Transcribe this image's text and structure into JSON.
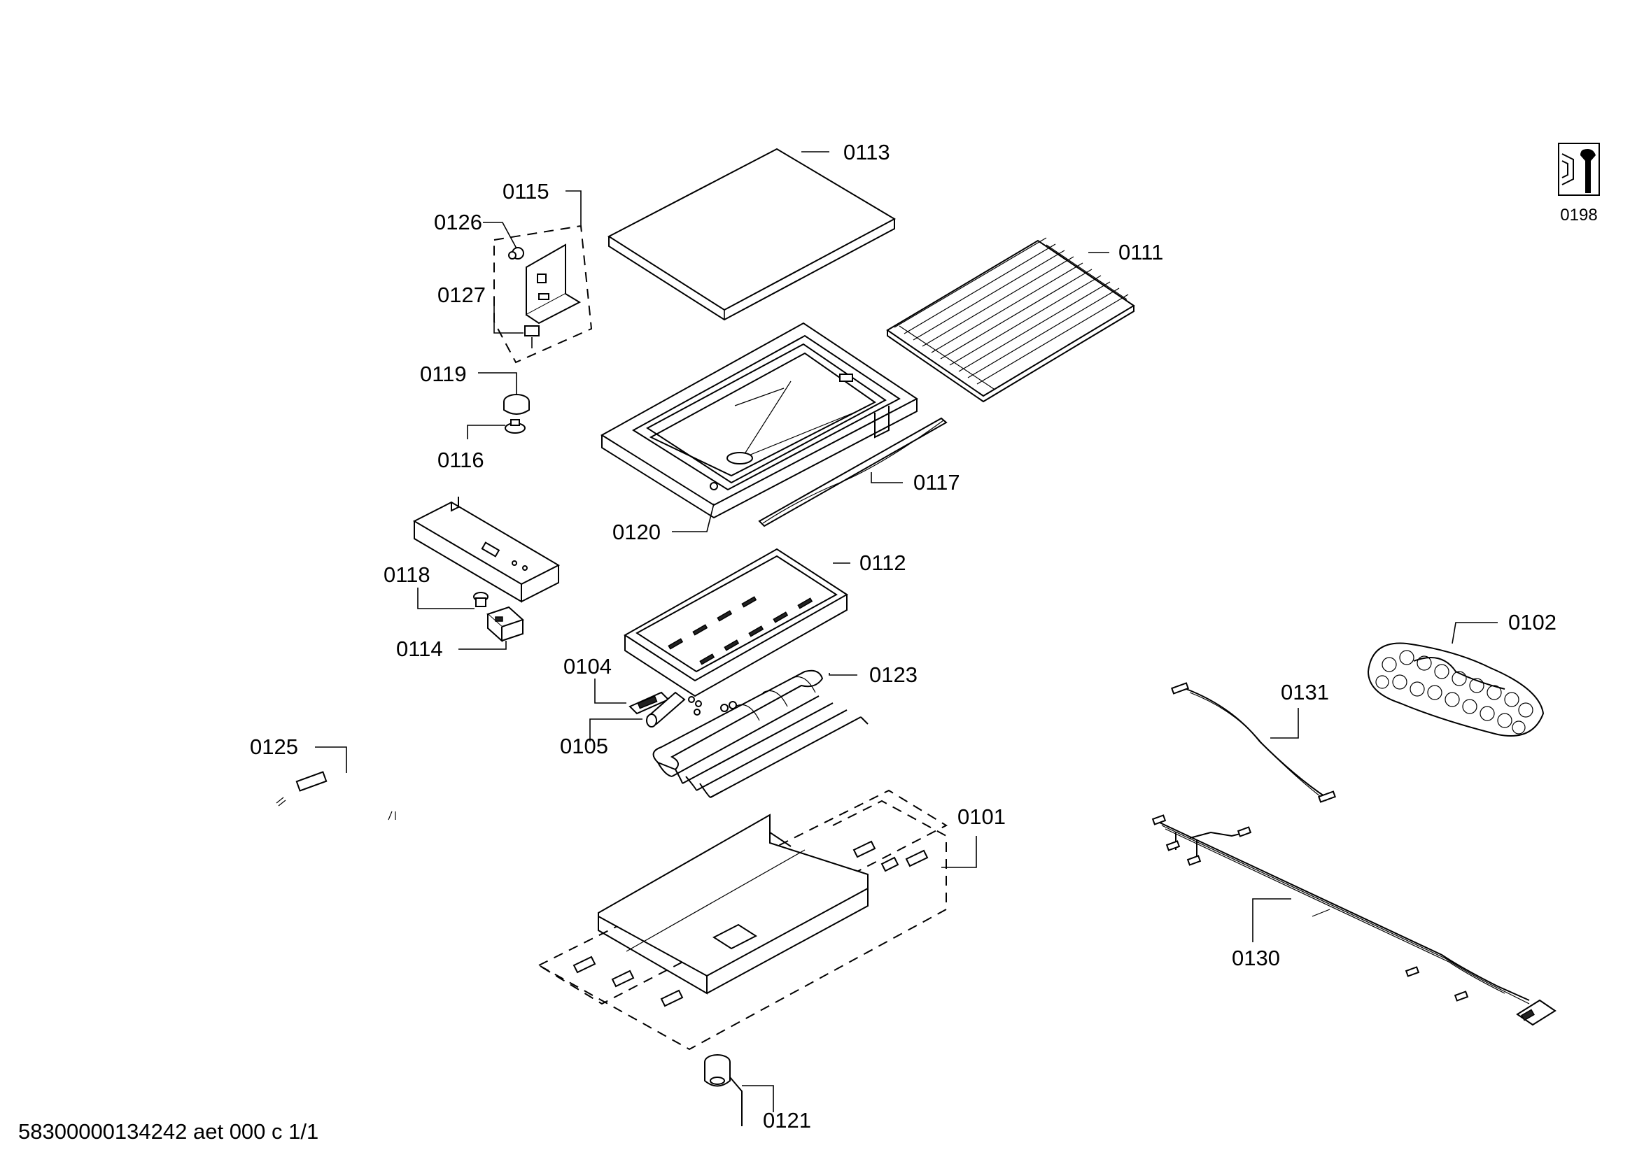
{
  "diagram": {
    "footer": "58300000134242 aet 000 c 1/1",
    "service_icon": {
      "icon": "wrench-nut-icon",
      "label": "0198"
    },
    "parts": [
      {
        "id": "part-0113",
        "label": "0113"
      },
      {
        "id": "part-0115",
        "label": "0115"
      },
      {
        "id": "part-0126",
        "label": "0126"
      },
      {
        "id": "part-0111",
        "label": "0111"
      },
      {
        "id": "part-0127",
        "label": "0127"
      },
      {
        "id": "part-0119",
        "label": "0119"
      },
      {
        "id": "part-0116",
        "label": "0116"
      },
      {
        "id": "part-0117",
        "label": "0117"
      },
      {
        "id": "part-0120",
        "label": "0120"
      },
      {
        "id": "part-0112",
        "label": "0112"
      },
      {
        "id": "part-0118",
        "label": "0118"
      },
      {
        "id": "part-0114",
        "label": "0114"
      },
      {
        "id": "part-0102",
        "label": "0102"
      },
      {
        "id": "part-0104",
        "label": "0104"
      },
      {
        "id": "part-0123",
        "label": "0123"
      },
      {
        "id": "part-0131",
        "label": "0131"
      },
      {
        "id": "part-0105",
        "label": "0105"
      },
      {
        "id": "part-0125",
        "label": "0125"
      },
      {
        "id": "part-0101",
        "label": "0101"
      },
      {
        "id": "part-0130",
        "label": "0130"
      },
      {
        "id": "part-0121",
        "label": "0121"
      }
    ]
  }
}
